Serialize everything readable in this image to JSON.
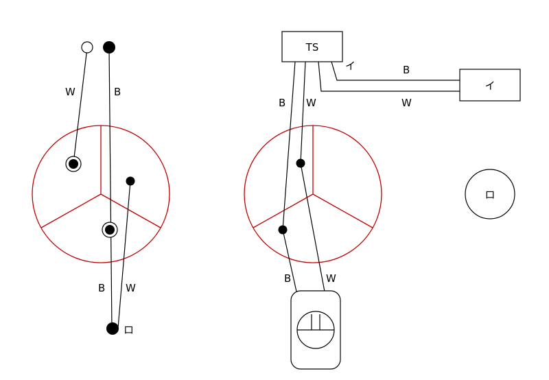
{
  "left": {
    "wire_top_w": "W",
    "wire_top_b": "B",
    "wire_bottom_b": "B",
    "wire_bottom_w": "W",
    "terminal_label": "ロ"
  },
  "right": {
    "switch_label": "TS",
    "switch_tap_label": "イ",
    "lamp_box_label": "イ",
    "feed_wire_b": "B",
    "feed_wire_w": "W",
    "riser_b": "B",
    "riser_w": "W",
    "outlet_wire_b": "B",
    "outlet_wire_w": "W",
    "circle_label": "ロ"
  },
  "colors": {
    "conduit_outline": "#c00000",
    "wire": "#000000"
  }
}
